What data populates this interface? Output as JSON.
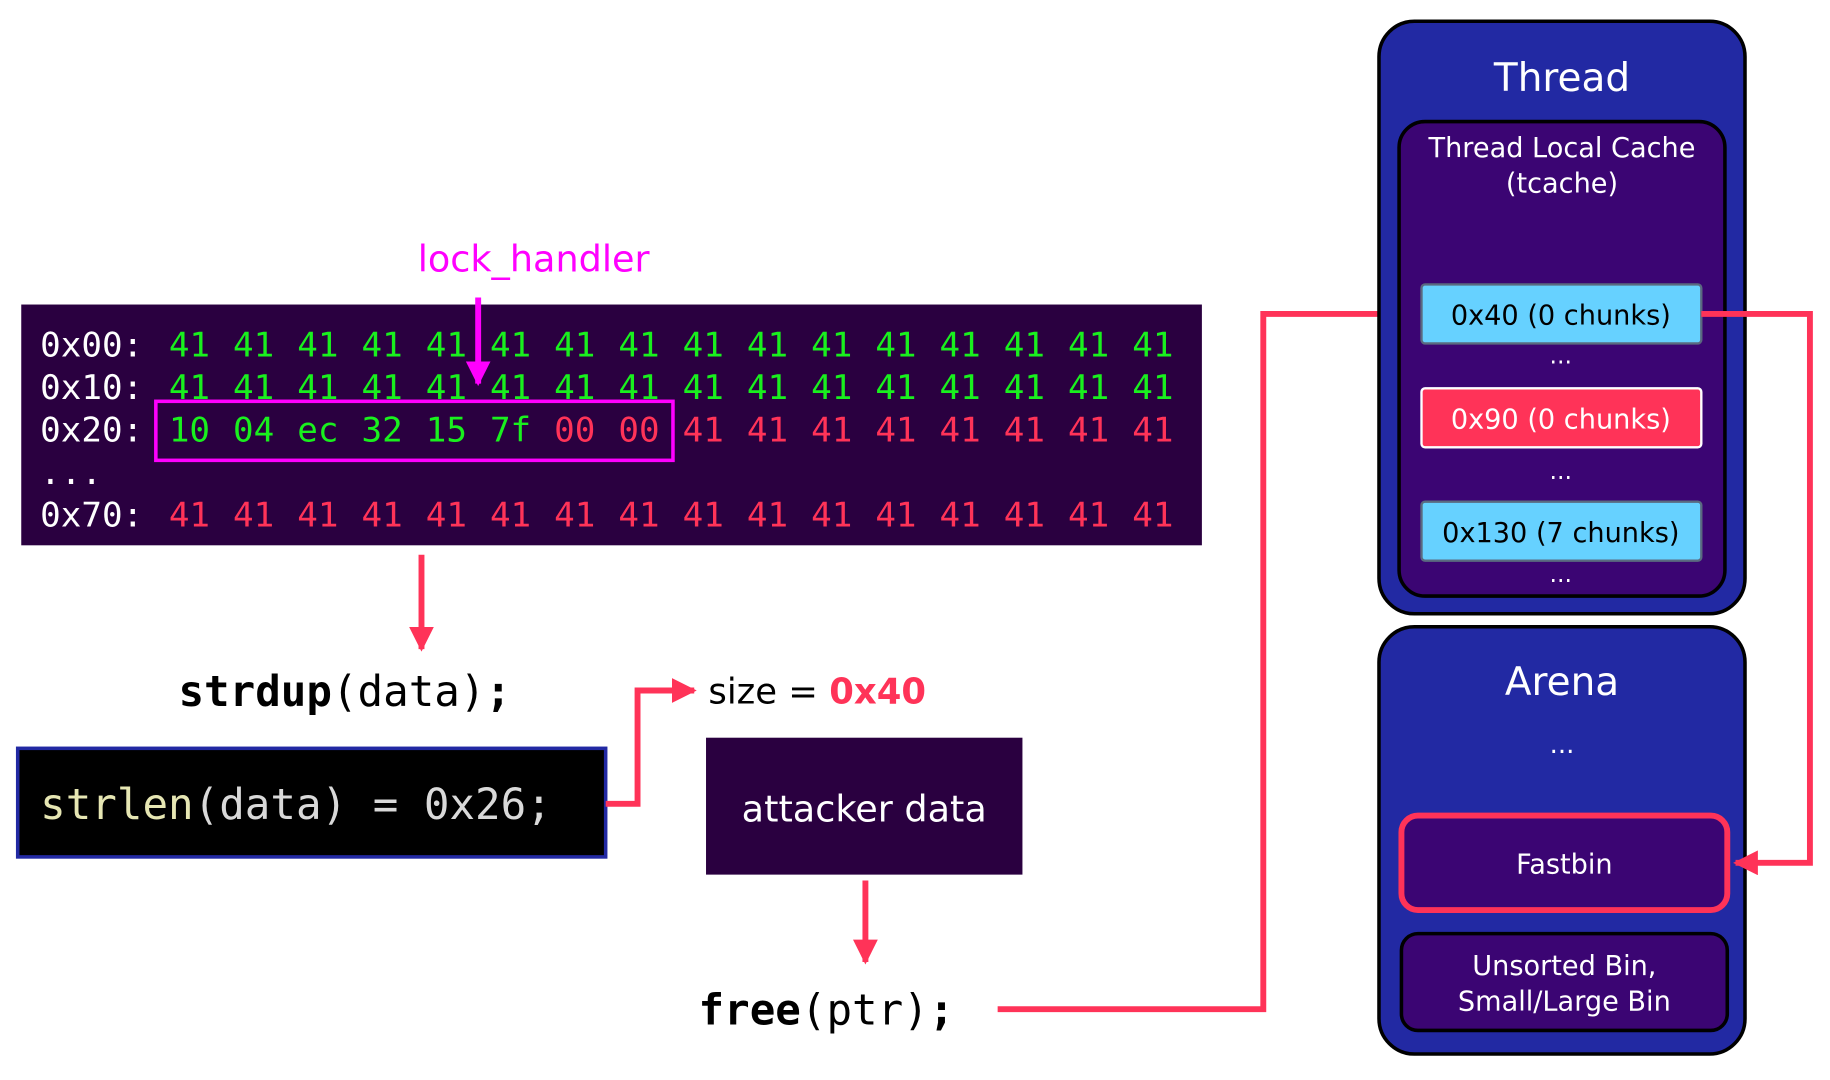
{
  "colors": {
    "hex_bg": "#2a0040",
    "green": "#19f01e",
    "red": "#ff3358",
    "magenta": "#ff00ff",
    "white": "#ffffff",
    "thread_bg": "#2229a3",
    "inner_bg": "#3b0573",
    "chunk_blue": "#66d1ff",
    "code_bg": "#000000",
    "code_border": "#2229a3",
    "code_fn": "#e6e6b3",
    "code_text": "#d9d9d9"
  },
  "hexdump": {
    "pointer_label": "lock_handler",
    "rows": [
      {
        "addr": "0x00:",
        "bytes": [
          "41",
          "41",
          "41",
          "41",
          "41",
          "41",
          "41",
          "41",
          "41",
          "41",
          "41",
          "41",
          "41",
          "41",
          "41",
          "41"
        ],
        "colors": [
          "g",
          "g",
          "g",
          "g",
          "g",
          "g",
          "g",
          "g",
          "g",
          "g",
          "g",
          "g",
          "g",
          "g",
          "g",
          "g"
        ]
      },
      {
        "addr": "0x10:",
        "bytes": [
          "41",
          "41",
          "41",
          "41",
          "41",
          "41",
          "41",
          "41",
          "41",
          "41",
          "41",
          "41",
          "41",
          "41",
          "41",
          "41"
        ],
        "colors": [
          "g",
          "g",
          "g",
          "g",
          "g",
          "g",
          "g",
          "g",
          "g",
          "g",
          "g",
          "g",
          "g",
          "g",
          "g",
          "g"
        ]
      },
      {
        "addr": "0x20:",
        "bytes": [
          "10",
          "04",
          "ec",
          "32",
          "15",
          "7f",
          "00",
          "00",
          "41",
          "41",
          "41",
          "41",
          "41",
          "41",
          "41",
          "41"
        ],
        "colors": [
          "g",
          "g",
          "g",
          "g",
          "g",
          "g",
          "r",
          "r",
          "r",
          "r",
          "r",
          "r",
          "r",
          "r",
          "r",
          "r"
        ]
      },
      {
        "addr": "...",
        "bytes": [],
        "colors": []
      },
      {
        "addr": "0x70:",
        "bytes": [
          "41",
          "41",
          "41",
          "41",
          "41",
          "41",
          "41",
          "41",
          "41",
          "41",
          "41",
          "41",
          "41",
          "41",
          "41",
          "41"
        ],
        "colors": [
          "r",
          "r",
          "r",
          "r",
          "r",
          "r",
          "r",
          "r",
          "r",
          "r",
          "r",
          "r",
          "r",
          "r",
          "r",
          "r"
        ]
      }
    ]
  },
  "flow": {
    "strdup_fn": "strdup",
    "strdup_args": "(data)",
    "strdup_end": ";",
    "strlen_fn": "strlen",
    "strlen_rest": "(data) = 0x26;",
    "size_label": "size = ",
    "size_value": "0x40",
    "attacker_data": "attacker data",
    "free_fn": "free",
    "free_args": "(ptr)",
    "free_end": ";"
  },
  "thread": {
    "title": "Thread",
    "tcache_title_line1": "Thread Local Cache",
    "tcache_title_line2": "(tcache)",
    "bins": [
      {
        "label": "0x40 (0 chunks)",
        "state": "normal"
      },
      {
        "label": "0x90 (0 chunks)",
        "state": "highlight"
      },
      {
        "label": "0x130 (7 chunks)",
        "state": "normal"
      }
    ],
    "ellipsis": "..."
  },
  "arena": {
    "title": "Arena",
    "ellipsis": "...",
    "fastbin": "Fastbin",
    "other_bins_line1": "Unsorted Bin,",
    "other_bins_line2": "Small/Large Bin"
  }
}
